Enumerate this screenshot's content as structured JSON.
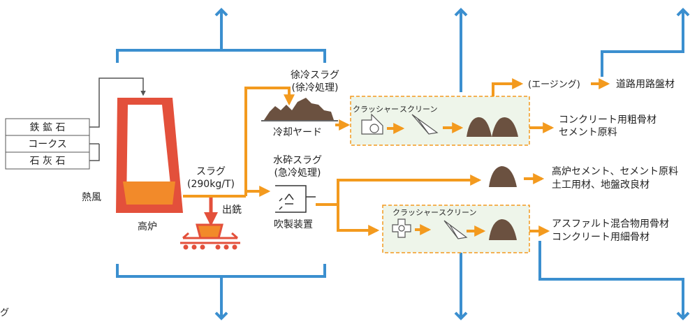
{
  "colors": {
    "blue": "#3b8fcf",
    "orange": "#f39a1e",
    "red": "#e3503b",
    "molten": "#f28a2a",
    "pile": "#6b5140",
    "box_fill": "#eef5ea",
    "box_border": "#f39a1e"
  },
  "inputs": {
    "iron_ore": "鉄 鉱 石",
    "coke": "コークス",
    "limestone": "石 灰 石"
  },
  "furnace": {
    "hot_air": "熱風",
    "name": "高炉"
  },
  "slag": {
    "label": "スラグ",
    "amount": "(290kg/T)"
  },
  "tapping": {
    "label": "出銑"
  },
  "slow_cooled": {
    "title": "徐冷スラグ",
    "process": "(徐冷処理)",
    "yard": "冷却ヤード"
  },
  "granulated": {
    "title": "水砕スラグ",
    "process": "(急冷処理)",
    "device": "吹製装置"
  },
  "upper_line": {
    "crusher": "クラッシャー",
    "screen": "スクリーン"
  },
  "lower_line": {
    "crusher": "クラッシャー",
    "screen": "スクリーン"
  },
  "aging": {
    "label": "(エージング)"
  },
  "outputs": {
    "road": "道路用路盤材",
    "coarse_1": "コンクリート用粗骨材",
    "coarse_2": "セメント原料",
    "cement_1": "高炉セメント、セメント原料",
    "cement_2": "土工用材、地盤改良材",
    "asphalt_1": "アスファルト混合物用骨材",
    "asphalt_2": "コンクリート用細骨材"
  },
  "edge_label": "グ"
}
